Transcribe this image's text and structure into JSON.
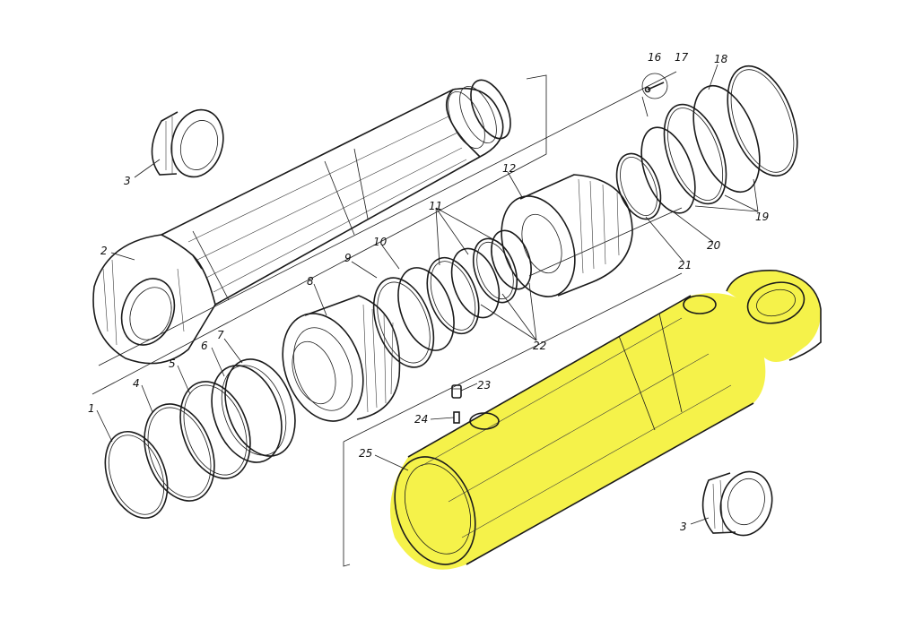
{
  "diagram": {
    "highlight_color": "#f5f24a",
    "line_color": "#1a1a1a",
    "highlighted_part": "25",
    "part_labels": [
      {
        "id": "lbl-3-top",
        "text": "3"
      },
      {
        "id": "lbl-2",
        "text": "2"
      },
      {
        "id": "lbl-1",
        "text": "1"
      },
      {
        "id": "lbl-4",
        "text": "4"
      },
      {
        "id": "lbl-5",
        "text": "5"
      },
      {
        "id": "lbl-6",
        "text": "6"
      },
      {
        "id": "lbl-7",
        "text": "7"
      },
      {
        "id": "lbl-8",
        "text": "8"
      },
      {
        "id": "lbl-9",
        "text": "9"
      },
      {
        "id": "lbl-10",
        "text": "10"
      },
      {
        "id": "lbl-11",
        "text": "11"
      },
      {
        "id": "lbl-12",
        "text": "12"
      },
      {
        "id": "lbl-16",
        "text": "16"
      },
      {
        "id": "lbl-17",
        "text": "17"
      },
      {
        "id": "lbl-18",
        "text": "18"
      },
      {
        "id": "lbl-19",
        "text": "19"
      },
      {
        "id": "lbl-20",
        "text": "20"
      },
      {
        "id": "lbl-21",
        "text": "21"
      },
      {
        "id": "lbl-22",
        "text": "22"
      },
      {
        "id": "lbl-23",
        "text": "23"
      },
      {
        "id": "lbl-24",
        "text": "24"
      },
      {
        "id": "lbl-25",
        "text": "25"
      },
      {
        "id": "lbl-3-bottom",
        "text": "3"
      }
    ]
  }
}
